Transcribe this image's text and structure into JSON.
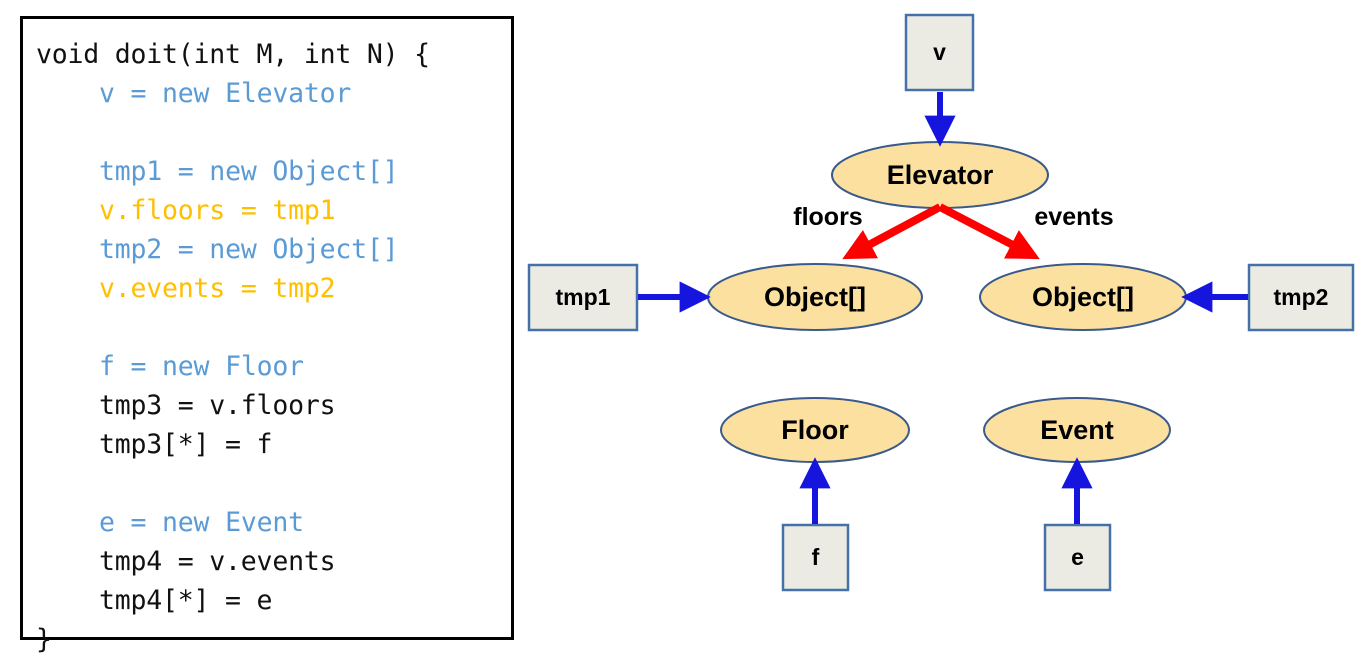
{
  "code_panel": {
    "language": "java-like-ir",
    "lines": [
      [
        {
          "t": "void doit(int M, int N) {",
          "c": "plain"
        }
      ],
      [
        {
          "t": "    ",
          "c": "plain"
        },
        {
          "t": "v = new Elevator",
          "c": "blue"
        }
      ],
      [
        {
          "t": "",
          "c": "plain"
        }
      ],
      [
        {
          "t": "    ",
          "c": "plain"
        },
        {
          "t": "tmp1 = new Object[]",
          "c": "blue"
        }
      ],
      [
        {
          "t": "    ",
          "c": "plain"
        },
        {
          "t": "v.floors = tmp1",
          "c": "orange"
        }
      ],
      [
        {
          "t": "    ",
          "c": "plain"
        },
        {
          "t": "tmp2 = new Object[]",
          "c": "blue"
        }
      ],
      [
        {
          "t": "    ",
          "c": "plain"
        },
        {
          "t": "v.events = tmp2",
          "c": "orange"
        }
      ],
      [
        {
          "t": "",
          "c": "plain"
        }
      ],
      [
        {
          "t": "    ",
          "c": "plain"
        },
        {
          "t": "f = new Floor",
          "c": "blue"
        }
      ],
      [
        {
          "t": "    tmp3 = v.floors",
          "c": "plain"
        }
      ],
      [
        {
          "t": "    tmp3[*] = f",
          "c": "plain"
        }
      ],
      [
        {
          "t": "",
          "c": "plain"
        }
      ],
      [
        {
          "t": "    ",
          "c": "plain"
        },
        {
          "t": "e = new Event",
          "c": "blue"
        }
      ],
      [
        {
          "t": "    tmp4 = v.events",
          "c": "plain"
        }
      ],
      [
        {
          "t": "    tmp4[*] = e",
          "c": "plain"
        }
      ],
      [
        {
          "t": "}",
          "c": "plain"
        }
      ]
    ]
  },
  "graph": {
    "variable_nodes": [
      {
        "id": "v",
        "label": "v"
      },
      {
        "id": "tmp1",
        "label": "tmp1"
      },
      {
        "id": "tmp2",
        "label": "tmp2"
      },
      {
        "id": "f",
        "label": "f"
      },
      {
        "id": "e",
        "label": "e"
      }
    ],
    "object_nodes": [
      {
        "id": "elevator",
        "label": "Elevator"
      },
      {
        "id": "objarr1",
        "label": "Object[]"
      },
      {
        "id": "objarr2",
        "label": "Object[]"
      },
      {
        "id": "floor",
        "label": "Floor"
      },
      {
        "id": "event",
        "label": "Event"
      }
    ],
    "field_edges": [
      {
        "from": "elevator",
        "to": "objarr1",
        "label": "floors"
      },
      {
        "from": "elevator",
        "to": "objarr2",
        "label": "events"
      }
    ],
    "points_to_edges": [
      {
        "from": "v",
        "to": "elevator"
      },
      {
        "from": "tmp1",
        "to": "objarr1"
      },
      {
        "from": "tmp2",
        "to": "objarr2"
      },
      {
        "from": "f",
        "to": "floor"
      },
      {
        "from": "e",
        "to": "event"
      }
    ]
  },
  "colors": {
    "object_node_fill": "#FBE0A0",
    "object_node_stroke": "#3A5A8C",
    "variable_node_fill": "#ECEBE3",
    "variable_node_stroke": "#4472A8",
    "points_to_arrow": "#1515DD",
    "field_arrow": "#FF0000",
    "code_keyword_blue": "#5B9BD5",
    "code_field_orange": "#FFBF00",
    "code_plain": "#111111",
    "panel_border": "#000000",
    "background": "#FFFFFF"
  }
}
